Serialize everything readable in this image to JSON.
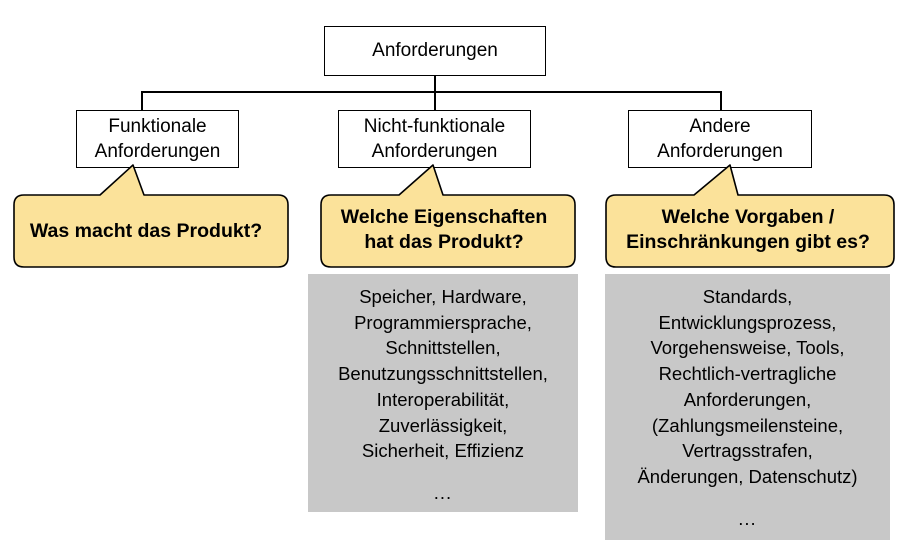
{
  "diagram": {
    "title": "Anforderungen",
    "type": "requirements-tree"
  },
  "colors": {
    "bubble_fill": "#FBE29A",
    "bubble_border": "#000000",
    "panel_fill": "#C8C8C8",
    "node_fill": "#FFFFFF",
    "line": "#000000",
    "text": "#000000"
  },
  "root": {
    "label": "Anforderungen"
  },
  "branches": [
    {
      "id": "funktionale",
      "node_label_line1": "Funktionale",
      "node_label_line2": "Anforderungen",
      "callout_line1": "Was macht das Produkt?",
      "callout_line2": "",
      "panel": null
    },
    {
      "id": "nicht-funktionale",
      "node_label_line1": "Nicht-funktionale",
      "node_label_line2": "Anforderungen",
      "callout_line1": "Welche Eigenschaften",
      "callout_line2": "hat das Produkt?",
      "panel": {
        "lines": [
          "Speicher, Hardware,",
          "Programmiersprache,",
          "Schnittstellen,",
          "Benutzungsschnittstellen,",
          "Interoperabilität,",
          "Zuverlässigkeit,",
          "Sicherheit, Effizienz"
        ],
        "ellipsis": "..."
      }
    },
    {
      "id": "andere",
      "node_label_line1": "Andere",
      "node_label_line2": "Anforderungen",
      "callout_line1": "Welche Vorgaben /",
      "callout_line2": "Einschränkungen gibt es?",
      "panel": {
        "lines": [
          "Standards,",
          "Entwicklungsprozess,",
          "Vorgehensweise, Tools,",
          "Rechtlich-vertragliche",
          "Anforderungen,",
          "(Zahlungsmeilensteine,",
          "Vertragsstrafen,",
          "Änderungen, Datenschutz)"
        ],
        "ellipsis": "..."
      }
    }
  ]
}
